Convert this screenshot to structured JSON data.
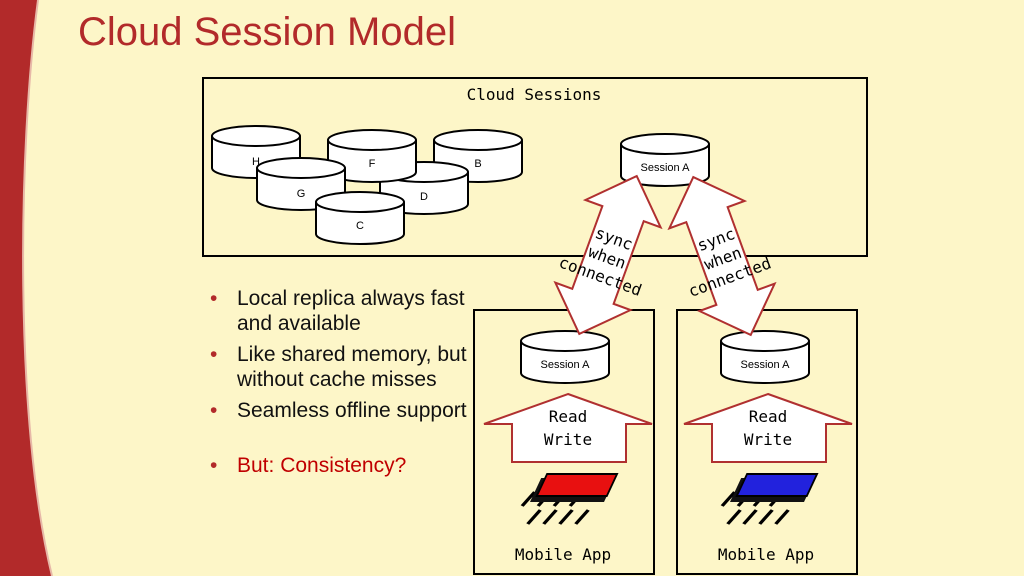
{
  "slide": {
    "title": "Cloud Session Model",
    "bullets": [
      "Local replica always fast and available",
      "Like shared memory, but without cache misses",
      "Seamless offline support",
      "But: Consistency?"
    ]
  },
  "diagram": {
    "cloud_box_label": "Cloud Sessions",
    "cloud_sessions": [
      "H",
      "F",
      "B",
      "G",
      "D",
      "C",
      "Session A"
    ],
    "sync_label": [
      "sync",
      "when",
      "connected"
    ],
    "devices": [
      {
        "session": "Session A",
        "arrow_label": [
          "Read",
          "Write"
        ],
        "app_label": "Mobile App",
        "chip_color": "#e81010"
      },
      {
        "session": "Session A",
        "arrow_label": [
          "Read",
          "Write"
        ],
        "app_label": "Mobile App",
        "chip_color": "#2222dd"
      }
    ]
  },
  "colors": {
    "background": "#fdf6c8",
    "accent_red": "#b22a2a",
    "arrow_outline": "#b03030"
  }
}
